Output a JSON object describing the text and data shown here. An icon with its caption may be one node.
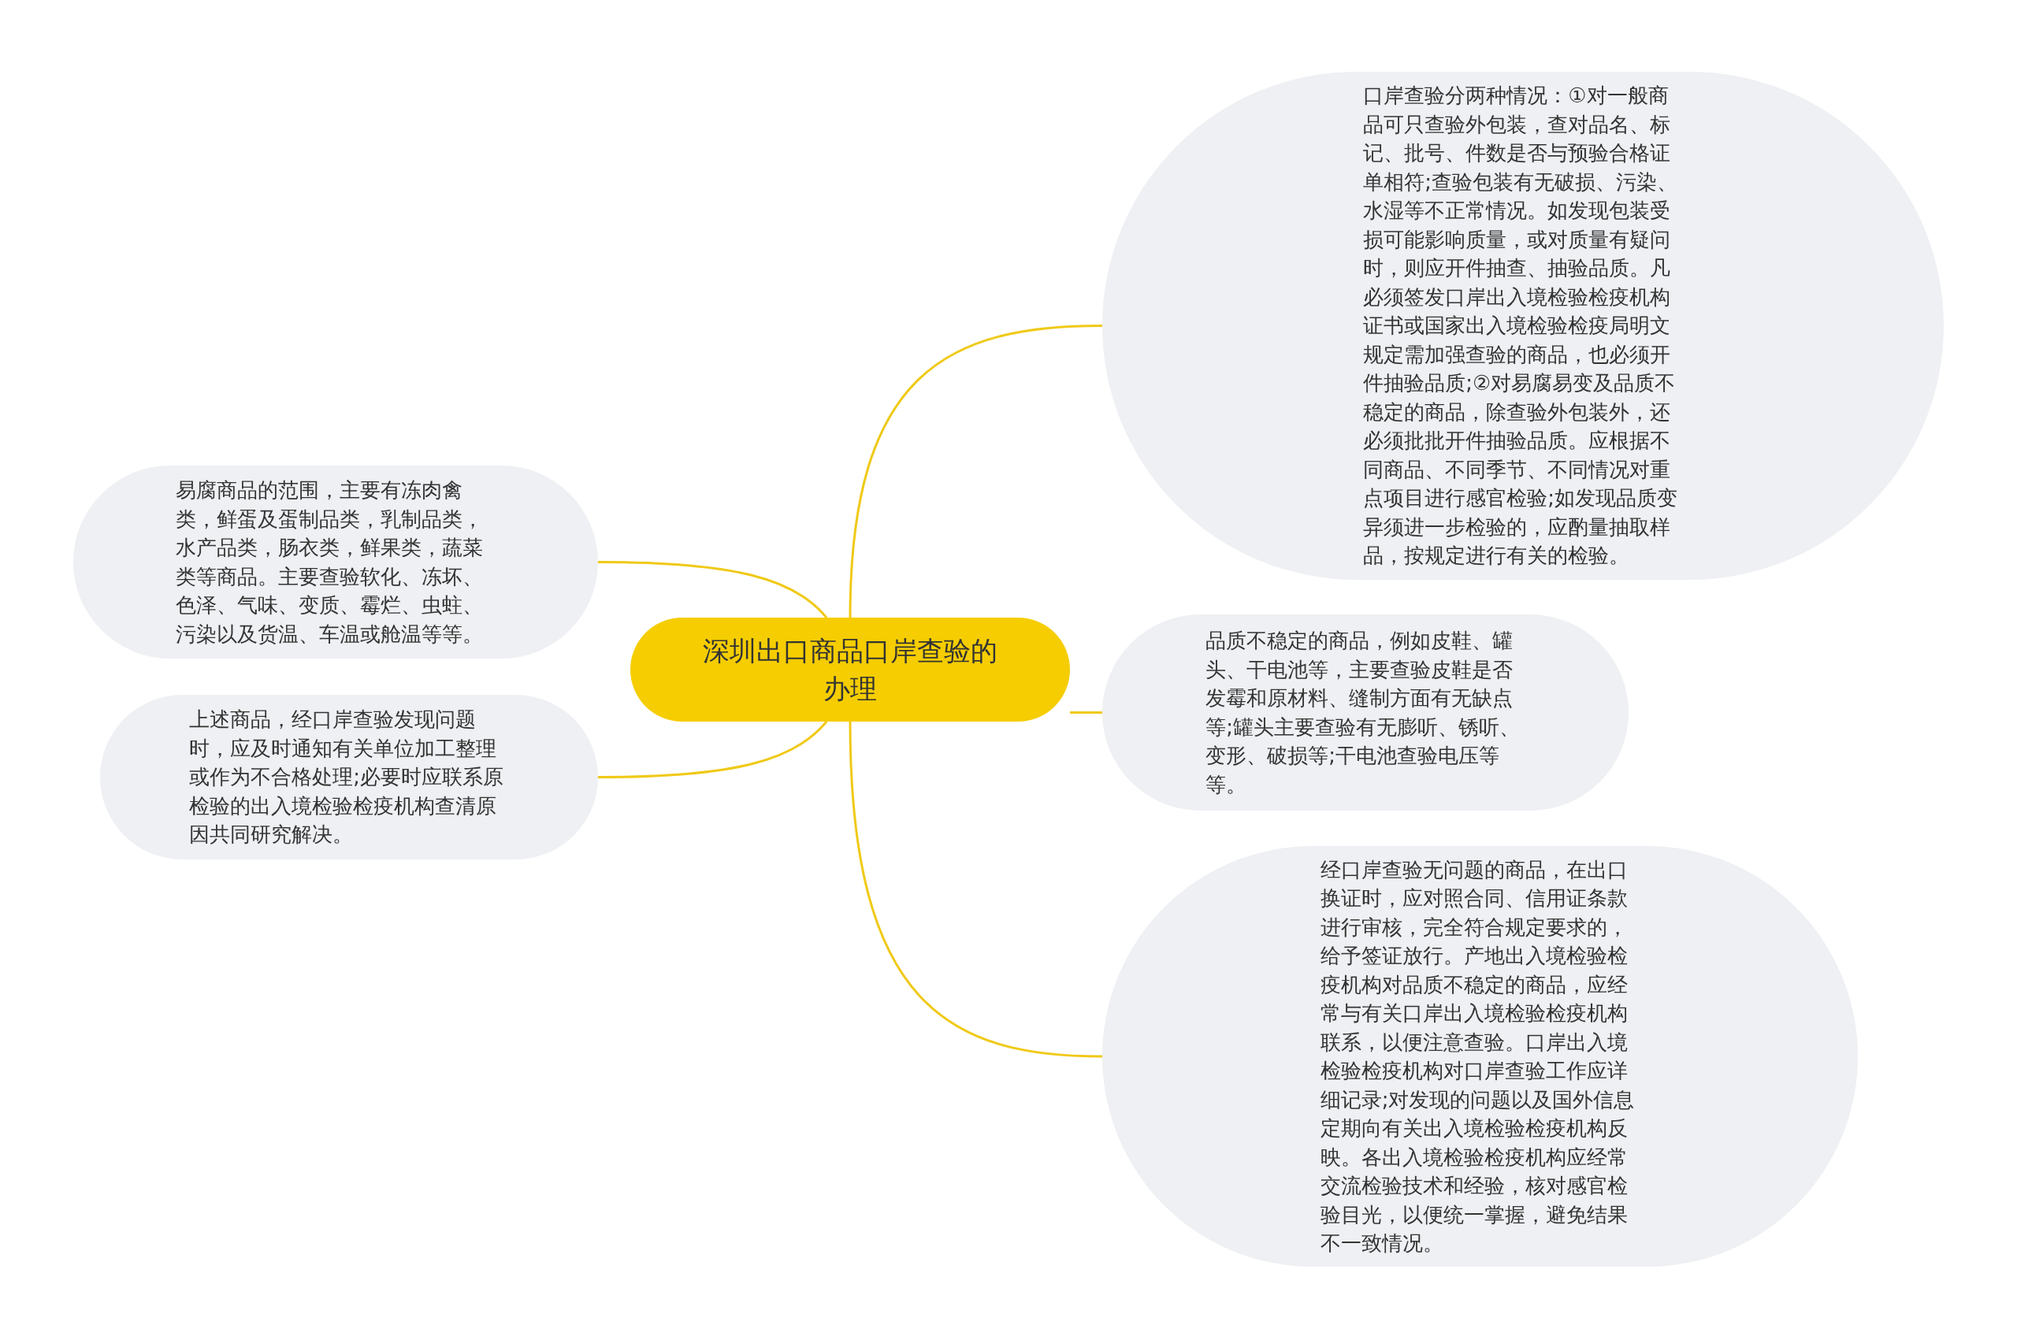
{
  "diagram": {
    "nodes": [
      {
        "text": [
          "深圳出口商品口岸查验的办理"
        ]
      },
      {
        "text": [
          "易腐商品的范围，主要有冻肉禽类，鲜蛋及蛋制品类，乳制品类，水产品类，肠衣类，鲜果类，蔬菜类等商品。主要查验软化、冻坏、色泽、气味、变质、霉烂、虫蛀、污染以及货温、车温或舱温等等。"
        ]
      },
      {
        "text": [
          "上述商品，经口岸查验发现问题时，应及时通知有关单位加工整理或作为不合格处理;必要时应联系原检验的出入境检验检疫机构查清原因共同研究解决。"
        ]
      },
      {
        "text": [
          "口岸查验分两种情况：①对一般商品可只查验外包装，查对品名、标记、批号、件数是否与预验合格证单相符;查验包装有无破损、污染、水湿等不正常情况。如发现包装受损可能影响质量，或对质量有疑问时，则应开件抽查、抽验品质。凡必须签发口岸出入境检验检疫机构证书或国家出入境检验检疫局明文规定需加强查验的商品，也必须开件抽验品质;②对易腐易变及品质不稳定的商品，除查验外包装外，还必须批批开件抽验品质。应根据不同商品、不同季节、不同情况对重点项目进行感官检验;如发现品质变异须进一步检验的，应酌量抽取样品，按规定进行有关的检验。"
        ]
      },
      {
        "text": [
          "品质不稳定的商品，例如皮鞋、罐头、干电池等，主要查验皮鞋是否发霉和原材料、缝制方面有无缺点等;罐头主要查验有无膨听、锈听、变形、破损等;干电池查验电压等等。"
        ]
      },
      {
        "text": [
          "经口岸查验无问题的商品，在出口换证时，应对照合同、信用证条款进行审核，完全符合规定要求的，给予签证放行。产地出入境检验检疫机构对品质不稳定的商品，应经常与有关口岸出入境检验检疫机构联系，以便注意查验。口岸出入境检验检疫机构对口岸查验工作应详细记录;对发现的问题以及国外信息定期向有关出入境检验检疫机构反映。各出入境检验检疫机构应经常交流检验技术和经验，核对感官检验目光，以便统一掌握，避免结果不一致情况。"
        ]
      }
    ],
    "edges": [
      {
        "from": 0,
        "to": 1,
        "arrow": "none"
      },
      {
        "from": 0,
        "to": 2,
        "arrow": "none"
      },
      {
        "from": 0,
        "to": 3,
        "arrow": "none"
      },
      {
        "from": 0,
        "to": 4,
        "arrow": "none"
      },
      {
        "from": 0,
        "to": 5,
        "arrow": "none"
      }
    ]
  }
}
